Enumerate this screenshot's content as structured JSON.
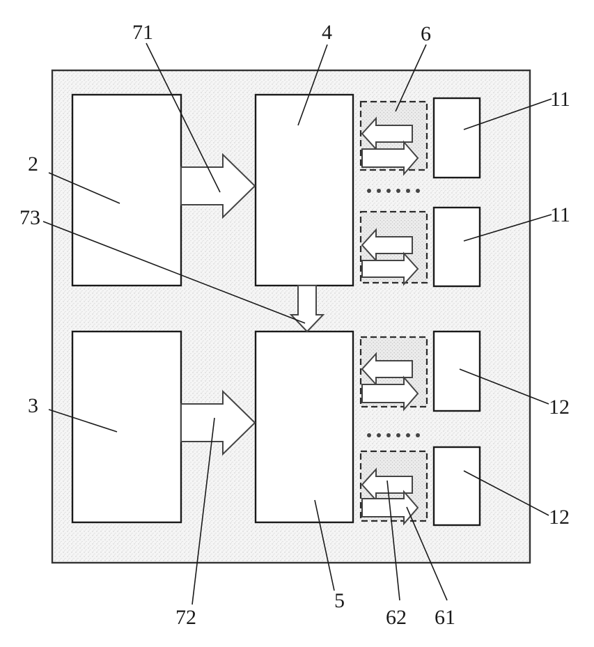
{
  "labels": {
    "module_2": "2",
    "module_3": "3",
    "module_4": "4",
    "module_5": "5",
    "group_6": "6",
    "arrow_71": "71",
    "arrow_72": "72",
    "arrow_73": "73",
    "unit_11_top": "11",
    "unit_11_bottom": "11",
    "unit_12_top": "12",
    "unit_12_bottom": "12",
    "arrow_61": "61",
    "arrow_62": "62"
  },
  "colors": {
    "line": "#1a1a1a",
    "panel_fill": "#f7f7f7",
    "dashed_fill": "#eeeeee"
  }
}
